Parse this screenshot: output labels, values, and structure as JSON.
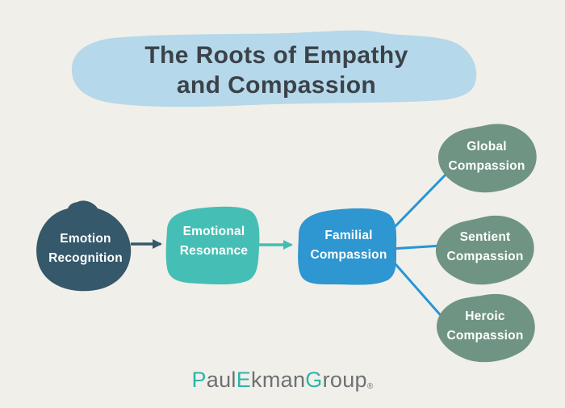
{
  "title": {
    "line1": "The Roots of Empathy",
    "line2": "and Compassion"
  },
  "nodes": {
    "emotion_recognition": {
      "line1": "Emotion",
      "line2": "Recognition"
    },
    "emotional_resonance": {
      "line1": "Emotional",
      "line2": "Resonance"
    },
    "familial_compassion": {
      "line1": "Familial",
      "line2": "Compassion"
    },
    "global_compassion": {
      "line1": "Global",
      "line2": "Compassion"
    },
    "sentient_compassion": {
      "line1": "Sentient",
      "line2": "Compassion"
    },
    "heroic_compassion": {
      "line1": "Heroic",
      "line2": "Compassion"
    }
  },
  "footer": {
    "brand_segments": [
      {
        "text": "P",
        "tone": "accent"
      },
      {
        "text": "aul",
        "tone": "muted"
      },
      {
        "text": "E",
        "tone": "accent"
      },
      {
        "text": "kman",
        "tone": "muted"
      },
      {
        "text": "G",
        "tone": "accent"
      },
      {
        "text": "roup",
        "tone": "muted"
      }
    ],
    "registered_mark": "®"
  },
  "colors": {
    "background": "#f1efe9",
    "title_blob": "#b5d8ea",
    "title_text": "#3b4249",
    "node_dark_slate": "#35586b",
    "node_teal": "#45bfb5",
    "node_blue": "#2e96d0",
    "node_sage": "#6f9483",
    "node_text": "#ffffff",
    "arrow_dark": "#35586b",
    "arrow_teal": "#3fbfb2",
    "connector_blue": "#2596d6",
    "brand_accent": "#2cb5ab",
    "brand_muted": "#6d7173"
  }
}
